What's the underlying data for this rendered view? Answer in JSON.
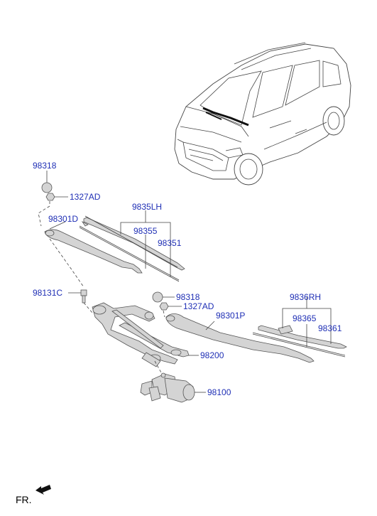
{
  "labels": {
    "p98318_top": "98318",
    "p1327AD_top": "1327AD",
    "p98301D": "98301D",
    "p9835LH": "9835LH",
    "p98355": "98355",
    "p98351": "98351",
    "p98131C": "98131C",
    "p98318_mid": "98318",
    "p1327AD_mid": "1327AD",
    "p98301P": "98301P",
    "p9836RH": "9836RH",
    "p98365": "98365",
    "p98361": "98361",
    "p98200": "98200",
    "p98100": "98100"
  },
  "direction_label": "FR.",
  "icons": [
    "arrow-fr-icon"
  ],
  "colors": {
    "part_label": "#1f2fb5",
    "part_fill": "#d4d4d4",
    "line": "#444444"
  }
}
